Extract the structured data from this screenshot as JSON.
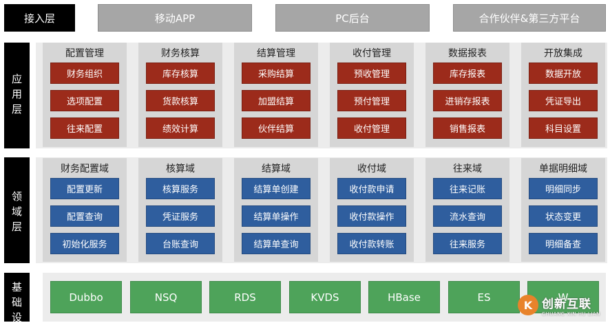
{
  "layers": {
    "access": "接入层",
    "application": [
      "应",
      "用",
      "层"
    ],
    "domain": [
      "领",
      "域",
      "层"
    ],
    "infrastructure": [
      "基",
      "础",
      "设"
    ]
  },
  "access_items": [
    "移动APP",
    "PC后台",
    "合作伙伴&第三方平台"
  ],
  "app_columns": [
    {
      "title": "配置管理",
      "items": [
        "财务组织",
        "选项配置",
        "往来配置"
      ]
    },
    {
      "title": "财务核算",
      "items": [
        "库存核算",
        "货款核算",
        "绩效计算"
      ]
    },
    {
      "title": "结算管理",
      "items": [
        "采购结算",
        "加盟结算",
        "伙伴结算"
      ]
    },
    {
      "title": "收付管理",
      "items": [
        "预收管理",
        "预付管理",
        "收付管理"
      ]
    },
    {
      "title": "数据报表",
      "items": [
        "库存报表",
        "进销存报表",
        "销售报表"
      ]
    },
    {
      "title": "开放集成",
      "items": [
        "数据开放",
        "凭证导出",
        "科目设置"
      ]
    }
  ],
  "domain_columns": [
    {
      "title": "财务配置域",
      "items": [
        "配置更新",
        "配置查询",
        "初始化服务"
      ]
    },
    {
      "title": "核算域",
      "items": [
        "核算服务",
        "凭证服务",
        "台账查询"
      ]
    },
    {
      "title": "结算域",
      "items": [
        "结算单创建",
        "结算单操作",
        "结算单查询"
      ]
    },
    {
      "title": "收付域",
      "items": [
        "收付款申请",
        "收付款操作",
        "收付款转账"
      ]
    },
    {
      "title": "往来域",
      "items": [
        "往来记账",
        "流水查询",
        "往来服务"
      ]
    },
    {
      "title": "单据明细域",
      "items": [
        "明细同步",
        "状态变更",
        "明细备查"
      ]
    }
  ],
  "infra_items": [
    "Dubbo",
    "NSQ",
    "RDS",
    "KVDS",
    "HBase",
    "ES",
    "W"
  ],
  "watermark": {
    "logo": "K",
    "cn": "创新互联",
    "en": "CHUANG XIN HU LIAN"
  },
  "colors": {
    "app_item": "#9c2b1b",
    "domain_item": "#2f5e9e",
    "infra_item": "#4ea35a",
    "column": "#d6d6d6"
  }
}
